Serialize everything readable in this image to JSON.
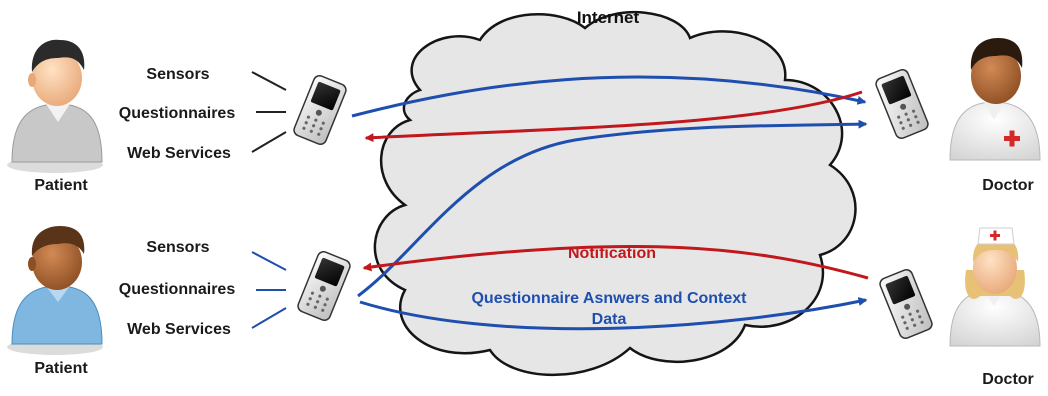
{
  "labels": {
    "internet": "Internet",
    "notification": "Notification",
    "answers_line1": "Questionnaire Asnwers and Context",
    "answers_line2": "Data"
  },
  "patients": [
    {
      "caption": "Patient",
      "inputs": [
        "Sensors",
        "Questionnaires",
        "Web Services"
      ],
      "shirt_color": "#c8c8c8"
    },
    {
      "caption": "Patient",
      "inputs": [
        "Sensors",
        "Questionnaires",
        "Web Services"
      ],
      "shirt_color": "#7fb7e0"
    }
  ],
  "doctors": [
    {
      "caption": "Doctor"
    },
    {
      "caption": "Doctor"
    }
  ],
  "colors": {
    "data_flow": "#1f4fae",
    "notification_flow": "#c0181c",
    "cloud_fill": "#e6e6e6",
    "cloud_stroke": "#151515",
    "text": "#1a1a1a"
  }
}
